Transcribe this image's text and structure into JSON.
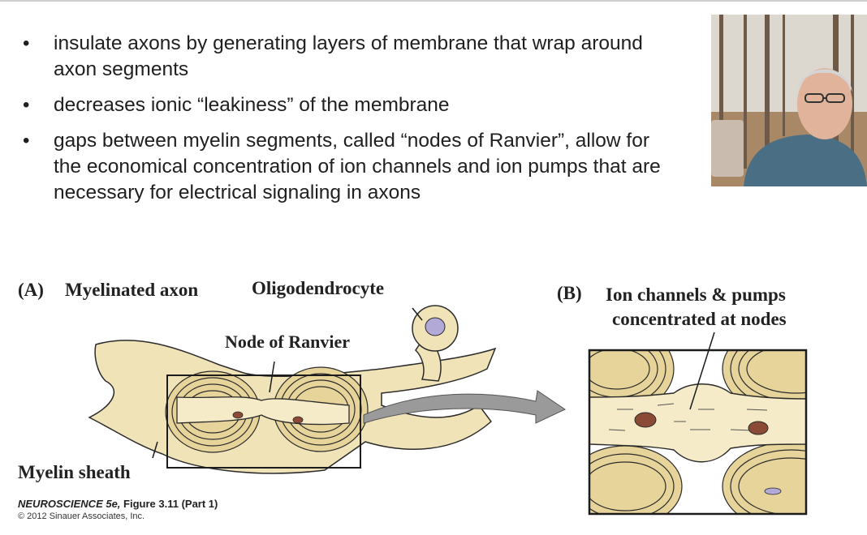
{
  "slide": {
    "bullets": [
      {
        "text": "insulate axons by generating layers of membrane that wrap around axon segments"
      },
      {
        "text": "decreases ionic “leakiness” of the membrane"
      },
      {
        "text": "gaps between myelin segments, called “nodes of Ranvier”, allow for the economical concentration of ion channels and ion pumps that are necessary for electrical signaling in axons"
      }
    ],
    "bullet_glyph": "•"
  },
  "figure": {
    "panel_a_letter": "(A)",
    "panel_a_title": "Myelinated axon",
    "oligodendrocyte_label": "Oligodendrocyte",
    "node_label": "Node of Ranvier",
    "myelin_label": "Myelin sheath",
    "panel_b_letter": "(B)",
    "panel_b_line1": "Ion channels & pumps",
    "panel_b_line2": "concentrated at nodes",
    "credit_title": "NEUROSCIENCE 5e,",
    "credit_figure": "Figure 3.11 (Part 1)",
    "copyright": "© 2012 Sinauer Associates, Inc."
  },
  "webcam": {
    "icon": "presenter-video-feed"
  },
  "colors": {
    "axon": "#f3e3b4",
    "myelin": "#e7d49a",
    "outline": "#2b2b2b",
    "organelle": "#8a4a36",
    "nucleus": "#b3a9d6"
  }
}
